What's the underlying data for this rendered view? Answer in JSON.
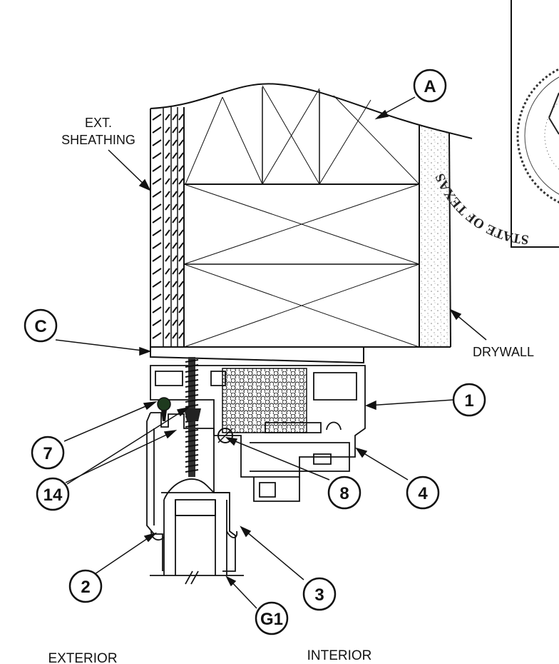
{
  "labels": {
    "ext_sheathing_line1": "EXT.",
    "ext_sheathing_line2": "SHEATHING",
    "drywall": "DRYWALL",
    "exterior": "EXTERIOR",
    "interior": "INTERIOR"
  },
  "callouts": {
    "a": "A",
    "c": "C",
    "one": "1",
    "four": "4",
    "seven": "7",
    "fourteen": "14",
    "eight": "8",
    "two": "2",
    "three": "3",
    "g1": "G1"
  },
  "seal": {
    "text": "STATE OF TEXAS"
  },
  "colors": {
    "ink": "#111111",
    "screw": "#2f2f2f",
    "stipple": "#8a8a8a"
  }
}
